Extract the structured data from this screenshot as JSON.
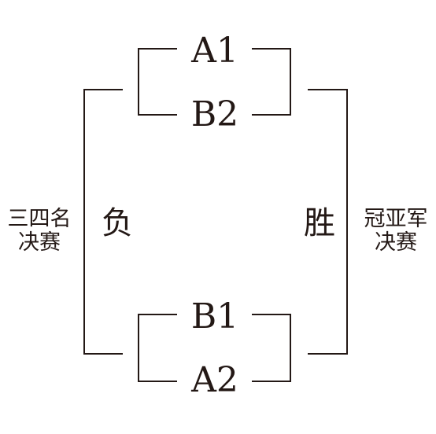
{
  "teams": {
    "top_a": "A1",
    "top_b": "B2",
    "bottom_a": "B1",
    "bottom_b": "A2"
  },
  "results": {
    "lose": "负",
    "win": "胜"
  },
  "finals": {
    "third_place_line1": "三四名",
    "third_place_line2": "决赛",
    "championship_line1": "冠亚军",
    "championship_line2": "决赛"
  },
  "colors": {
    "ink": "#231815",
    "background": "#ffffff"
  }
}
